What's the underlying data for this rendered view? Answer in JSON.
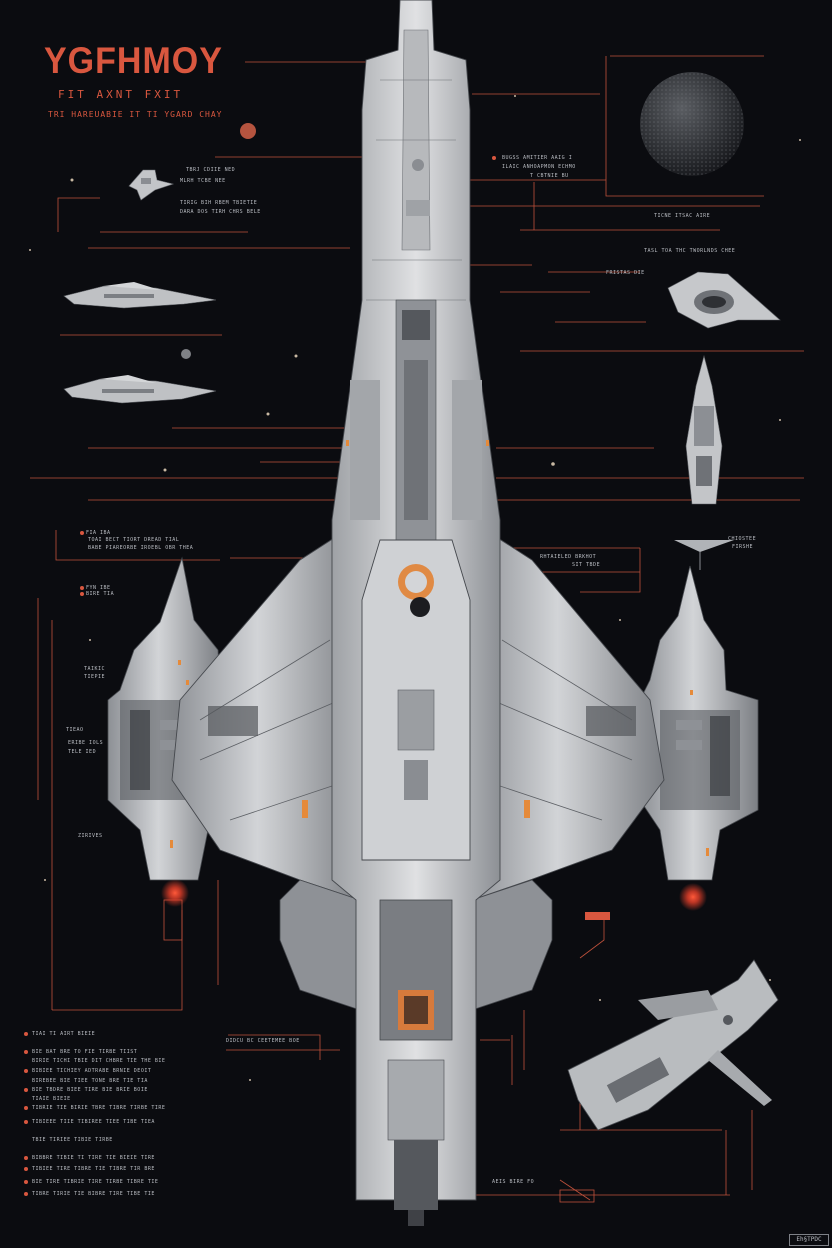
{
  "poster": {
    "title": "YGFHMOY",
    "subtitle": "FIT AXNT FXIT",
    "tagline": "TRI HAREUABIE IT TI YGARD CHAY",
    "stamp": "Eh§TPDC",
    "colors": {
      "background": "#0b0c10",
      "accent": "#d9573f",
      "hull": "#c8cacd",
      "hull_shadow": "#6d7075",
      "engine_glow": "#e8402a",
      "window_glow": "#e58a3a"
    }
  },
  "annotations": {
    "top_left_1": "TBRJ CDIIE NED",
    "top_left_2": "MLRH TCBE NEE",
    "top_left_3": "TIRIG BIH RBEM TBIETIE",
    "top_left_4": "DARA DOS TIRH CHRS BELE",
    "top_center_1": "BUGSS AMITIER AAIG I",
    "top_center_2": "ILAIC ANHOAPMON ECHMO",
    "top_center_3": "T CBTNIE BU",
    "right_1": "TICNE ITSAC AIRE",
    "right_2": "TASL TOA THC TWORLNDS CHEE",
    "right_3": "FRISTAS DIE",
    "mid_left_1": "FIA IBA",
    "mid_left_2": "TOAI BECT TIORT DREAD TIAL",
    "mid_left_3": "BABE PIAREORBE IROEBL OBR THEA",
    "mid_left_4": "FYN IBE",
    "mid_left_5": "BIRE TIA",
    "mid_right_1": "RHTAIELED BRKHOT",
    "mid_right_2": "SIT TBDE",
    "mid_right_3": "CHIOSTEE",
    "mid_right_4": "FIRSHE",
    "side_1": "TAIKIC",
    "side_2": "TIEPIE",
    "side_3": "TIEAO",
    "side_4": "ERIBE IOLS",
    "side_5": "TELE IED",
    "side_6": "ZIRIVES",
    "bottom_center": "DIDCU BC CEETEMEE BOE",
    "bottom_right": "AEIS BIRE FO",
    "bottom_block": [
      "TIAI TI AIRT BIEIE",
      "BIE BAT BRE TO FIE TIRBE TIIST",
      "BIRIE TICHI TBIE DIT CHBRE TIE THE BIE",
      "BIBIEE TICHIEY ADTRABE BRNIE DEOIT",
      "BIREBEE BIE TIEE TONE BRE TIE TIA",
      "BIE TBDRE BIEE TIRE BIE BRIE BOIE",
      "TIAIE BIEIE",
      "TIBRIE TIE BIRIE TBRE TIBRE TIRBE TIRE",
      "TIBIEEE TIIE TIBIREE TIEE TIBE TIEA",
      "TBIE TIRIEE TIBIE TIRBE",
      "BIBBRE TIBIE TI TIRE TIE BIEIE TIRE",
      "TIBIEE TIRE TIBRE TIE TIBRE TIR BRE",
      "BIE TIRE TIBRIE TIRE TIRBE TIBRE TIE",
      "TIBRE TIRIE TIE BIBRE TIRE TIBE TIE"
    ]
  }
}
